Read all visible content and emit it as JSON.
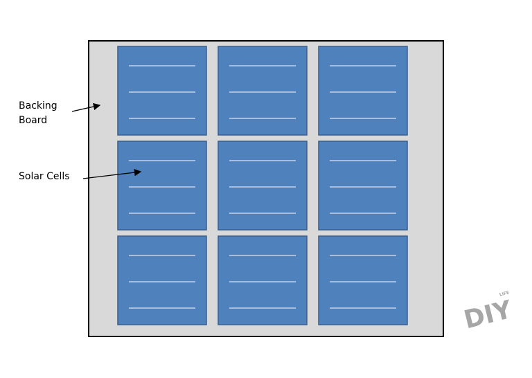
{
  "diagram": {
    "labels": {
      "backing_board_line1": "Backing",
      "backing_board_line2": "Board",
      "solar_cells": "Solar Cells"
    },
    "watermark": {
      "text": "DIY",
      "small_text": "LIFE"
    },
    "grid": {
      "rows": 3,
      "cols": 3,
      "lines_per_cell": 3
    },
    "colors": {
      "board_fill": "#d9d9d9",
      "board_border": "#000000",
      "cell_fill": "#4f81bd",
      "cell_border": "#385d8a",
      "cell_line": "#c6d3e6",
      "watermark": "#a6a6a6"
    }
  }
}
